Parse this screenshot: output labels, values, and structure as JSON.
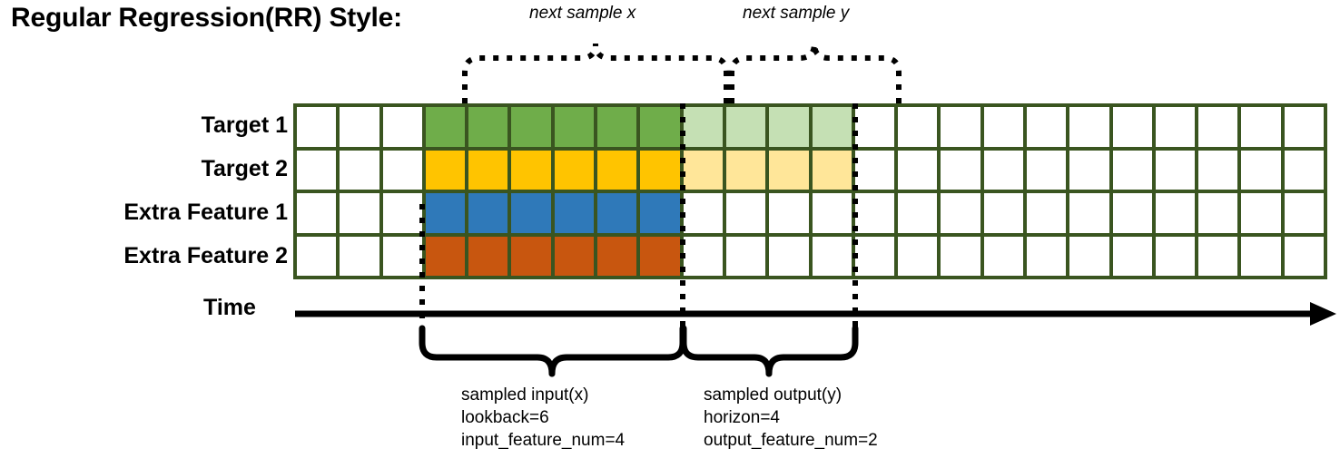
{
  "title": "Regular Regression(RR) Style:",
  "axis": {
    "time_label": "Time"
  },
  "top_braces": [
    {
      "id": "next-sample-x",
      "caption": "next sample x"
    },
    {
      "id": "next-sample-y",
      "caption": "next sample y"
    }
  ],
  "rows": [
    {
      "label": "Target 1"
    },
    {
      "label": "Target 2"
    },
    {
      "label": "Extra Feature 1"
    },
    {
      "label": "Extra Feature 2"
    }
  ],
  "notes": {
    "input": "sampled input(x)\nlookback=6\ninput_feature_num=4",
    "output": "sampled output(y)\nhorizon=4\noutput_feature_num=2"
  },
  "colors": {
    "grid_line": "#3a5520",
    "empty": "#ffffff",
    "target1_input": "#6fad4a",
    "target1_output": "#c5e0b4",
    "target2_input": "#ffc400",
    "target2_output": "#ffe699",
    "extra1_input": "#2f79b9",
    "extra2_input": "#c8560f",
    "stroke": "#000000"
  },
  "chart_data": {
    "type": "heatmap",
    "title": "Regular Regression(RR) Style:",
    "xlabel": "Time",
    "ylabel": "",
    "columns": 24,
    "rows": 4,
    "row_labels": [
      "Target 1",
      "Target 2",
      "Extra Feature 1",
      "Extra Feature 2"
    ],
    "lookback": 6,
    "horizon": 4,
    "input_feature_num": 4,
    "output_feature_num": 2,
    "input_window_columns": [
      3,
      4,
      5,
      6,
      7,
      8
    ],
    "output_window_columns": [
      9,
      10,
      11,
      12
    ],
    "grid": [
      [
        "empty",
        "empty",
        "empty",
        "target1_input",
        "target1_input",
        "target1_input",
        "target1_input",
        "target1_input",
        "target1_input",
        "target1_output",
        "target1_output",
        "target1_output",
        "target1_output",
        "empty",
        "empty",
        "empty",
        "empty",
        "empty",
        "empty",
        "empty",
        "empty",
        "empty",
        "empty",
        "empty"
      ],
      [
        "empty",
        "empty",
        "empty",
        "target2_input",
        "target2_input",
        "target2_input",
        "target2_input",
        "target2_input",
        "target2_input",
        "target2_output",
        "target2_output",
        "target2_output",
        "target2_output",
        "empty",
        "empty",
        "empty",
        "empty",
        "empty",
        "empty",
        "empty",
        "empty",
        "empty",
        "empty",
        "empty"
      ],
      [
        "empty",
        "empty",
        "empty",
        "extra1_input",
        "extra1_input",
        "extra1_input",
        "extra1_input",
        "extra1_input",
        "extra1_input",
        "empty",
        "empty",
        "empty",
        "empty",
        "empty",
        "empty",
        "empty",
        "empty",
        "empty",
        "empty",
        "empty",
        "empty",
        "empty",
        "empty",
        "empty"
      ],
      [
        "empty",
        "empty",
        "empty",
        "extra2_input",
        "extra2_input",
        "extra2_input",
        "extra2_input",
        "extra2_input",
        "extra2_input",
        "empty",
        "empty",
        "empty",
        "empty",
        "empty",
        "empty",
        "empty",
        "empty",
        "empty",
        "empty",
        "empty",
        "empty",
        "empty",
        "empty",
        "empty"
      ]
    ],
    "annotations": [
      "next sample x",
      "next sample y",
      "sampled input(x) lookback=6 input_feature_num=4",
      "sampled output(y) horizon=4 output_feature_num=2"
    ],
    "legend": []
  }
}
